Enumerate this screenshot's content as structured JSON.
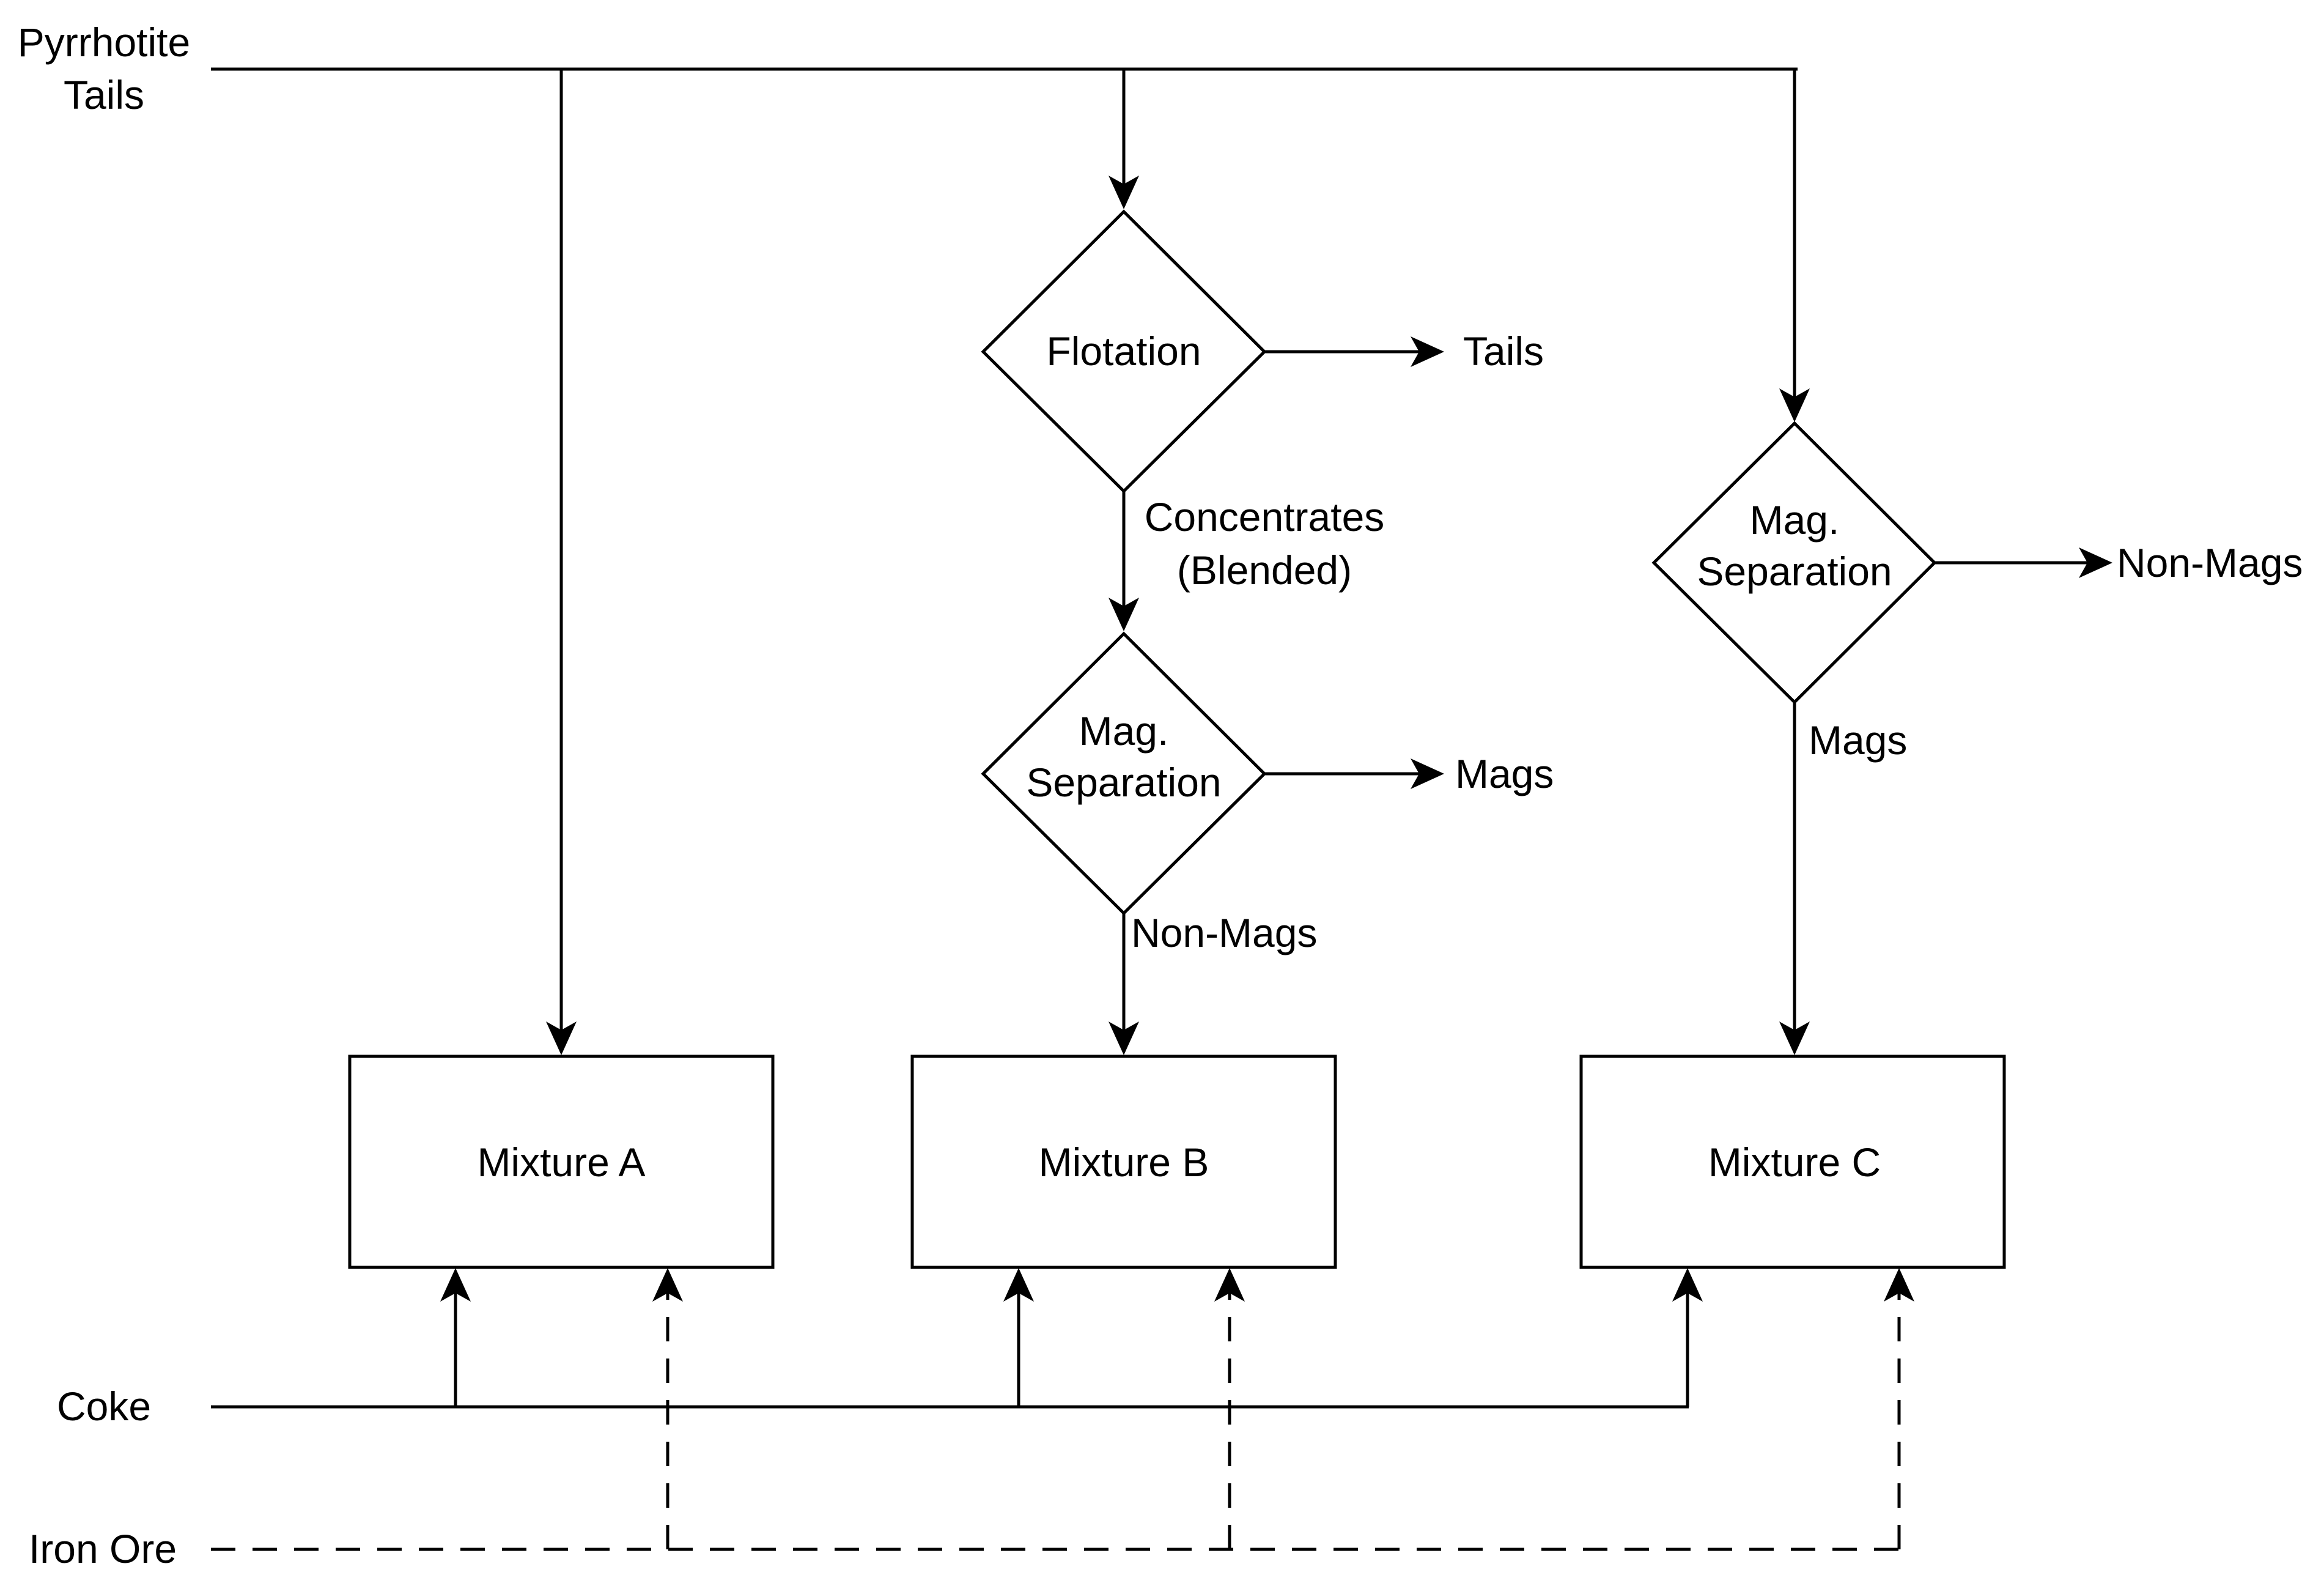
{
  "inputs": {
    "pyrrhotite_line1": "Pyrrhotite",
    "pyrrhotite_line2": "Tails",
    "coke": "Coke",
    "iron_ore": "Iron Ore"
  },
  "flotation": {
    "label": "Flotation",
    "tails_label": "Tails",
    "concentrates_line1": "Concentrates",
    "concentrates_line2": "(Blended)"
  },
  "mag_sep_b": {
    "label_line1": "Mag.",
    "label_line2": "Separation",
    "mags_label": "Mags",
    "nonmags_label": "Non-Mags"
  },
  "mag_sep_c": {
    "label_line1": "Mag.",
    "label_line2": "Separation",
    "nonmags_label": "Non-Mags",
    "mags_label": "Mags"
  },
  "mixtures": {
    "a": "Mixture A",
    "b": "Mixture B",
    "c": "Mixture C"
  },
  "colors": {
    "stroke": "#000000",
    "background": "#ffffff"
  }
}
